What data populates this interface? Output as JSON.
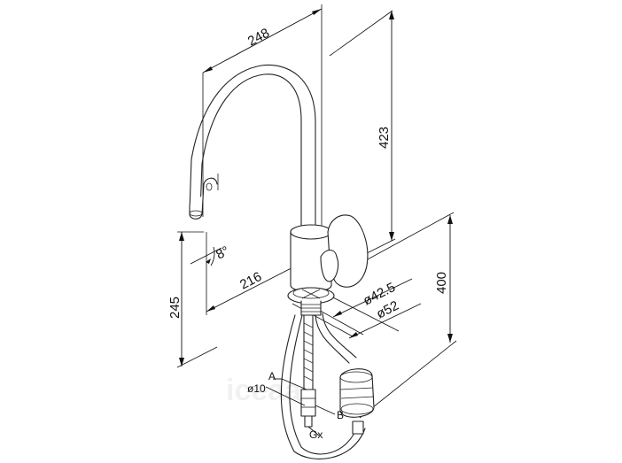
{
  "dimensions": {
    "spout_reach": "248",
    "total_height": "423",
    "spout_angle": "8°",
    "base_to_spout_outlet": "216",
    "outlet_height": "245",
    "body_height": "400",
    "inner_diameter": "ø42.5",
    "outer_diameter": "ø52"
  },
  "callouts": {
    "a": "A",
    "b": "B",
    "hose_diameter": "ø10",
    "thread": "Gx"
  },
  "watermark": "iceaa"
}
